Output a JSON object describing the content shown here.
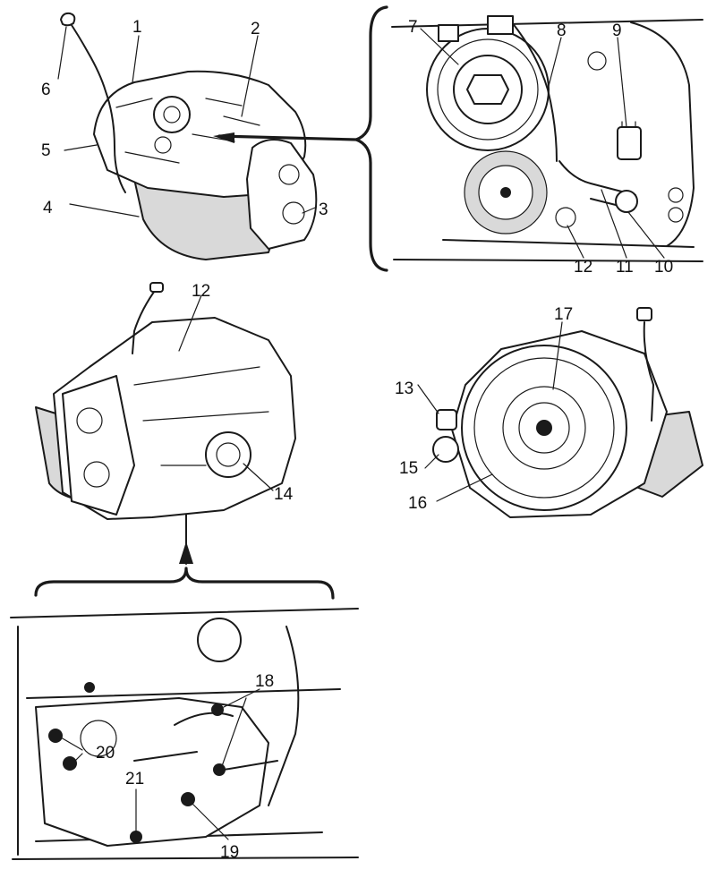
{
  "callouts": {
    "c1": "1",
    "c2": "2",
    "c3": "3",
    "c4": "4",
    "c5": "5",
    "c6": "6",
    "c7": "7",
    "c8": "8",
    "c9": "9",
    "c10": "10",
    "c11": "11",
    "c12a": "12",
    "c12b": "12",
    "c13": "13",
    "c14": "14",
    "c15": "15",
    "c16": "16",
    "c17": "17",
    "c18": "18",
    "c19": "19",
    "c20": "20",
    "c21": "21"
  },
  "colors": {
    "ink": "#1a1a1a",
    "paper": "#ffffff",
    "shade": "#d9d9d9"
  }
}
